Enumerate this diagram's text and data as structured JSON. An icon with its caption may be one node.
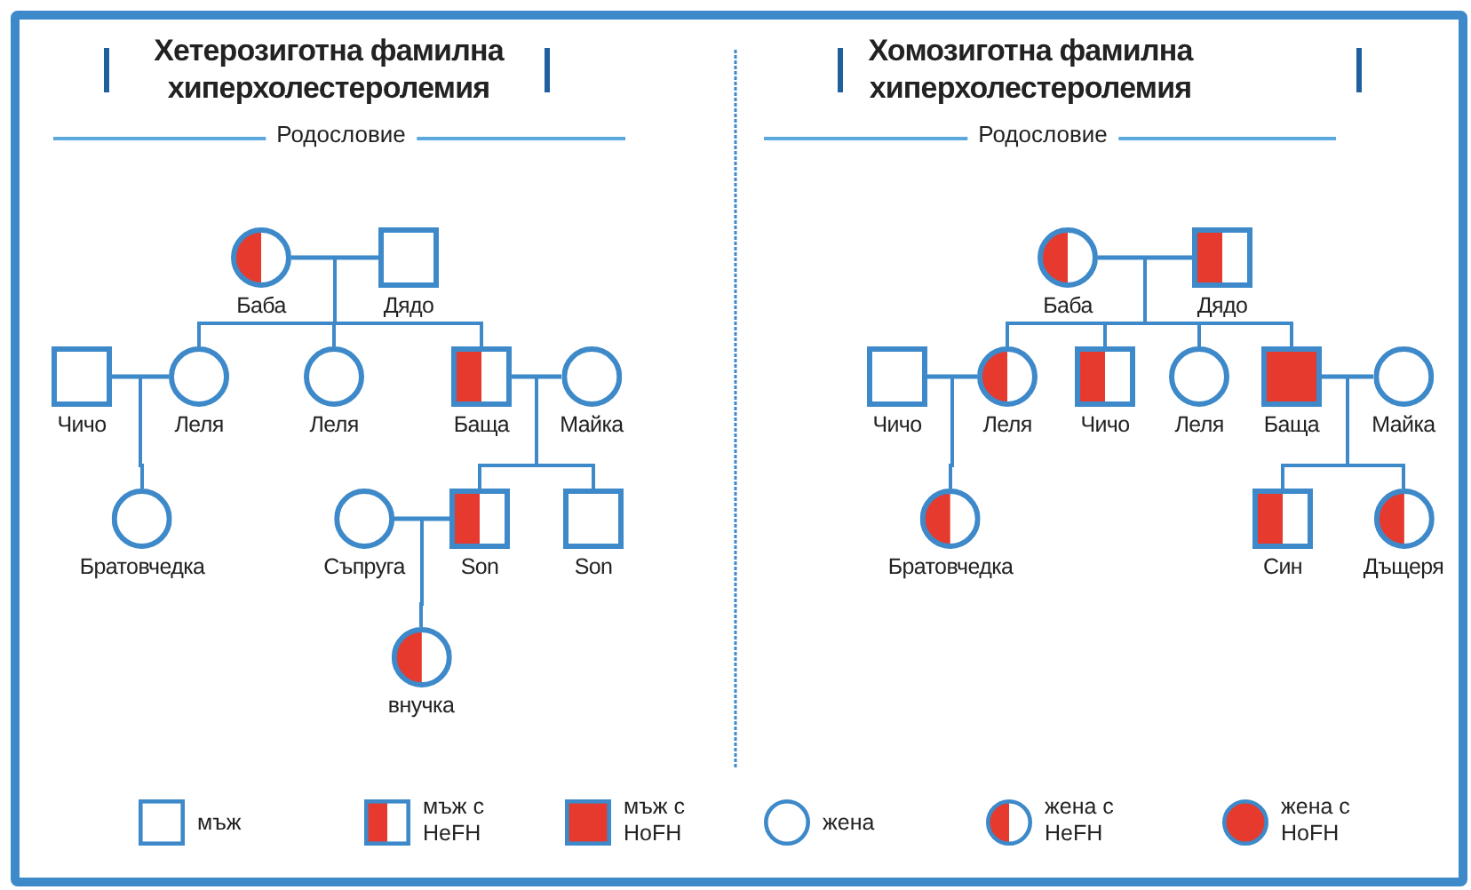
{
  "diagram": {
    "nodes": [
      {
        "text": [
          "Баба"
        ]
      },
      {
        "text": [
          "Дядо"
        ]
      },
      {
        "text": [
          "Чичо"
        ]
      },
      {
        "text": [
          "Леля"
        ]
      },
      {
        "text": [
          "Леля"
        ]
      },
      {
        "text": [
          "Баща"
        ]
      },
      {
        "text": [
          "Майка"
        ]
      },
      {
        "text": [
          "Братовчедка"
        ]
      },
      {
        "text": [
          "Съпруга"
        ]
      },
      {
        "text": [
          "Son"
        ]
      },
      {
        "text": [
          "Son"
        ]
      },
      {
        "text": [
          "внучка"
        ]
      },
      {
        "text": [
          "Баба"
        ]
      },
      {
        "text": [
          "Дядо"
        ]
      },
      {
        "text": [
          "Чичо"
        ]
      },
      {
        "text": [
          "Леля"
        ]
      },
      {
        "text": [
          "Чичо"
        ]
      },
      {
        "text": [
          "Леля"
        ]
      },
      {
        "text": [
          "Баща"
        ]
      },
      {
        "text": [
          "Майка"
        ]
      },
      {
        "text": [
          "Братовчедка"
        ]
      },
      {
        "text": [
          "Син"
        ]
      },
      {
        "text": [
          "Дъщеря"
        ]
      }
    ],
    "edges": [
      {
        "from": 0,
        "to": 1,
        "arrow": "none"
      },
      {
        "from": 0,
        "to": 3,
        "arrow": "none"
      },
      {
        "from": 1,
        "to": 3,
        "arrow": "none"
      },
      {
        "from": 0,
        "to": 4,
        "arrow": "none"
      },
      {
        "from": 1,
        "to": 4,
        "arrow": "none"
      },
      {
        "from": 0,
        "to": 5,
        "arrow": "none"
      },
      {
        "from": 1,
        "to": 5,
        "arrow": "none"
      },
      {
        "from": 2,
        "to": 3,
        "arrow": "none"
      },
      {
        "from": 2,
        "to": 7,
        "arrow": "none"
      },
      {
        "from": 3,
        "to": 7,
        "arrow": "none"
      },
      {
        "from": 5,
        "to": 6,
        "arrow": "none"
      },
      {
        "from": 5,
        "to": 9,
        "arrow": "none"
      },
      {
        "from": 6,
        "to": 9,
        "arrow": "none"
      },
      {
        "from": 5,
        "to": 10,
        "arrow": "none"
      },
      {
        "from": 6,
        "to": 10,
        "arrow": "none"
      },
      {
        "from": 8,
        "to": 9,
        "arrow": "none"
      },
      {
        "from": 8,
        "to": 11,
        "arrow": "none"
      },
      {
        "from": 9,
        "to": 11,
        "arrow": "none"
      },
      {
        "from": 12,
        "to": 13,
        "arrow": "none"
      },
      {
        "from": 12,
        "to": 15,
        "arrow": "none"
      },
      {
        "from": 13,
        "to": 15,
        "arrow": "none"
      },
      {
        "from": 12,
        "to": 16,
        "arrow": "none"
      },
      {
        "from": 13,
        "to": 16,
        "arrow": "none"
      },
      {
        "from": 12,
        "to": 17,
        "arrow": "none"
      },
      {
        "from": 13,
        "to": 17,
        "arrow": "none"
      },
      {
        "from": 12,
        "to": 18,
        "arrow": "none"
      },
      {
        "from": 13,
        "to": 18,
        "arrow": "none"
      },
      {
        "from": 14,
        "to": 15,
        "arrow": "none"
      },
      {
        "from": 14,
        "to": 20,
        "arrow": "none"
      },
      {
        "from": 15,
        "to": 20,
        "arrow": "none"
      },
      {
        "from": 18,
        "to": 19,
        "arrow": "none"
      },
      {
        "from": 18,
        "to": 21,
        "arrow": "none"
      },
      {
        "from": 19,
        "to": 21,
        "arrow": "none"
      },
      {
        "from": 18,
        "to": 22,
        "arrow": "none"
      },
      {
        "from": 19,
        "to": 22,
        "arrow": "none"
      }
    ],
    "labels": [
      "Хетерозиготна фамилна хиперхолестеролемия",
      "Родословие",
      "Хомозиготна фамилна хиперхолестеролемия",
      "Родословие"
    ],
    "legend": [
      {
        "text": "мъж"
      },
      {
        "text": "мъж с HeFH"
      },
      {
        "text": "мъж с HoFH"
      },
      {
        "text": "жена"
      },
      {
        "text": "жена с HeFH"
      },
      {
        "text": "жена с HoFH"
      }
    ]
  }
}
